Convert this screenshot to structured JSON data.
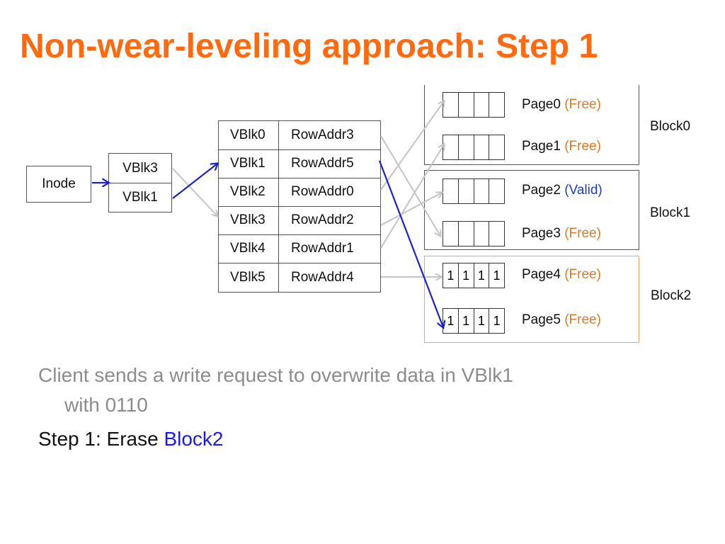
{
  "slide": {
    "title": "Non-wear-leveling approach: Step 1"
  },
  "diagram": {
    "inode": "Inode",
    "inode_vblks": [
      "VBlk3",
      "VBlk1"
    ],
    "table": [
      {
        "vblk": "VBlk0",
        "row": "RowAddr3"
      },
      {
        "vblk": "VBlk1",
        "row": "RowAddr5"
      },
      {
        "vblk": "VBlk2",
        "row": "RowAddr0"
      },
      {
        "vblk": "VBlk3",
        "row": "RowAddr2"
      },
      {
        "vblk": "VBlk4",
        "row": "RowAddr1"
      },
      {
        "vblk": "VBlk5",
        "row": "RowAddr4"
      }
    ],
    "pages": [
      {
        "name": "Page0",
        "status": "(Free)",
        "status_color": "#e07a1f",
        "cells": [
          "",
          "",
          "",
          ""
        ]
      },
      {
        "name": "Page1",
        "status": "(Free)",
        "status_color": "#e07a1f",
        "cells": [
          "",
          "",
          "",
          ""
        ]
      },
      {
        "name": "Page2",
        "status": "(Valid)",
        "status_color": "#1f3fbf",
        "cells": [
          "",
          "",
          "",
          ""
        ]
      },
      {
        "name": "Page3",
        "status": "(Free)",
        "status_color": "#e07a1f",
        "cells": [
          "",
          "",
          "",
          ""
        ]
      },
      {
        "name": "Page4",
        "status": "(Free)",
        "status_color": "#e07a1f",
        "cells": [
          "1",
          "1",
          "1",
          "1"
        ]
      },
      {
        "name": "Page5",
        "status": "(Free)",
        "status_color": "#e07a1f",
        "cells": [
          "1",
          "1",
          "1",
          "1"
        ]
      }
    ],
    "blocks": [
      "Block0",
      "Block1",
      "Block2"
    ],
    "colors": {
      "highlight_arrow": "#1a22c8",
      "grey_arrow": "#c4c4c4",
      "block_border": "#555555",
      "highlight_block_border": "#f0a860"
    }
  },
  "body": {
    "line1": "Client sends a write request to overwrite data in VBlk1",
    "line2": "with 0110",
    "step_label": "Step 1",
    "step_sep": ": Erase ",
    "step_target": "Block2",
    "step_target_color": "#1a1aee"
  },
  "colors": {
    "title": "#ff6a0f",
    "bullet_grey": "#8c8c8c"
  }
}
